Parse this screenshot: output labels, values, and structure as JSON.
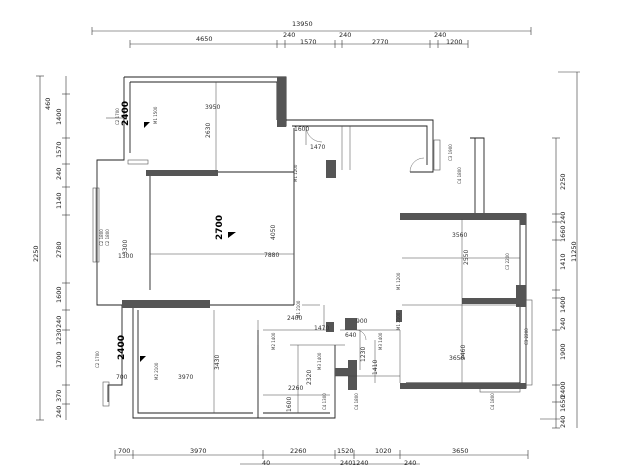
{
  "plan": {
    "top_dims": {
      "overall": "13950",
      "row2": [
        "4650",
        "240",
        "1570",
        "240",
        "2770",
        "240",
        "1200"
      ]
    },
    "bottom_dims": {
      "row1": [
        "700",
        "3970",
        "2260",
        "1520",
        "1020",
        "3650"
      ],
      "row2": [
        "40",
        "240",
        "1240",
        "240"
      ]
    },
    "left_dims": [
      "460",
      "1400",
      "1570",
      "240",
      "1140",
      "2780",
      "1600",
      "240",
      "1230",
      "1700",
      "370",
      "240"
    ],
    "left_extra": [
      "2250"
    ],
    "right_dims": [
      "2250",
      "240",
      "1660",
      "1410",
      "11250",
      "1400",
      "240",
      "1900",
      "2400",
      "1650",
      "240"
    ],
    "interior_dims": [
      "3950",
      "2630",
      "1600",
      "1470",
      "3560",
      "2550",
      "4050",
      "7880",
      "1300",
      "3300",
      "2400",
      "1470",
      "2460",
      "3650",
      "3430",
      "3970",
      "2260",
      "2320",
      "700",
      "1600",
      "640",
      "900",
      "1410",
      "1230"
    ],
    "ceiling_heights": [
      "2400",
      "2700",
      "2400"
    ],
    "window_labels": [
      "C2 1700",
      "C2 1800",
      "C2 1800",
      "C3 1900",
      "C4 1800",
      "C3 2200",
      "C3 2200",
      "C4 1300",
      "C4 1800",
      "C4 1800",
      "C2 1700"
    ],
    "door_labels": [
      "M1 1500",
      "M1 1200",
      "M1 1200",
      "M1 2100",
      "M1 2100",
      "M2 1400",
      "M2 2100",
      "M3 1400",
      "M3 1400"
    ]
  }
}
